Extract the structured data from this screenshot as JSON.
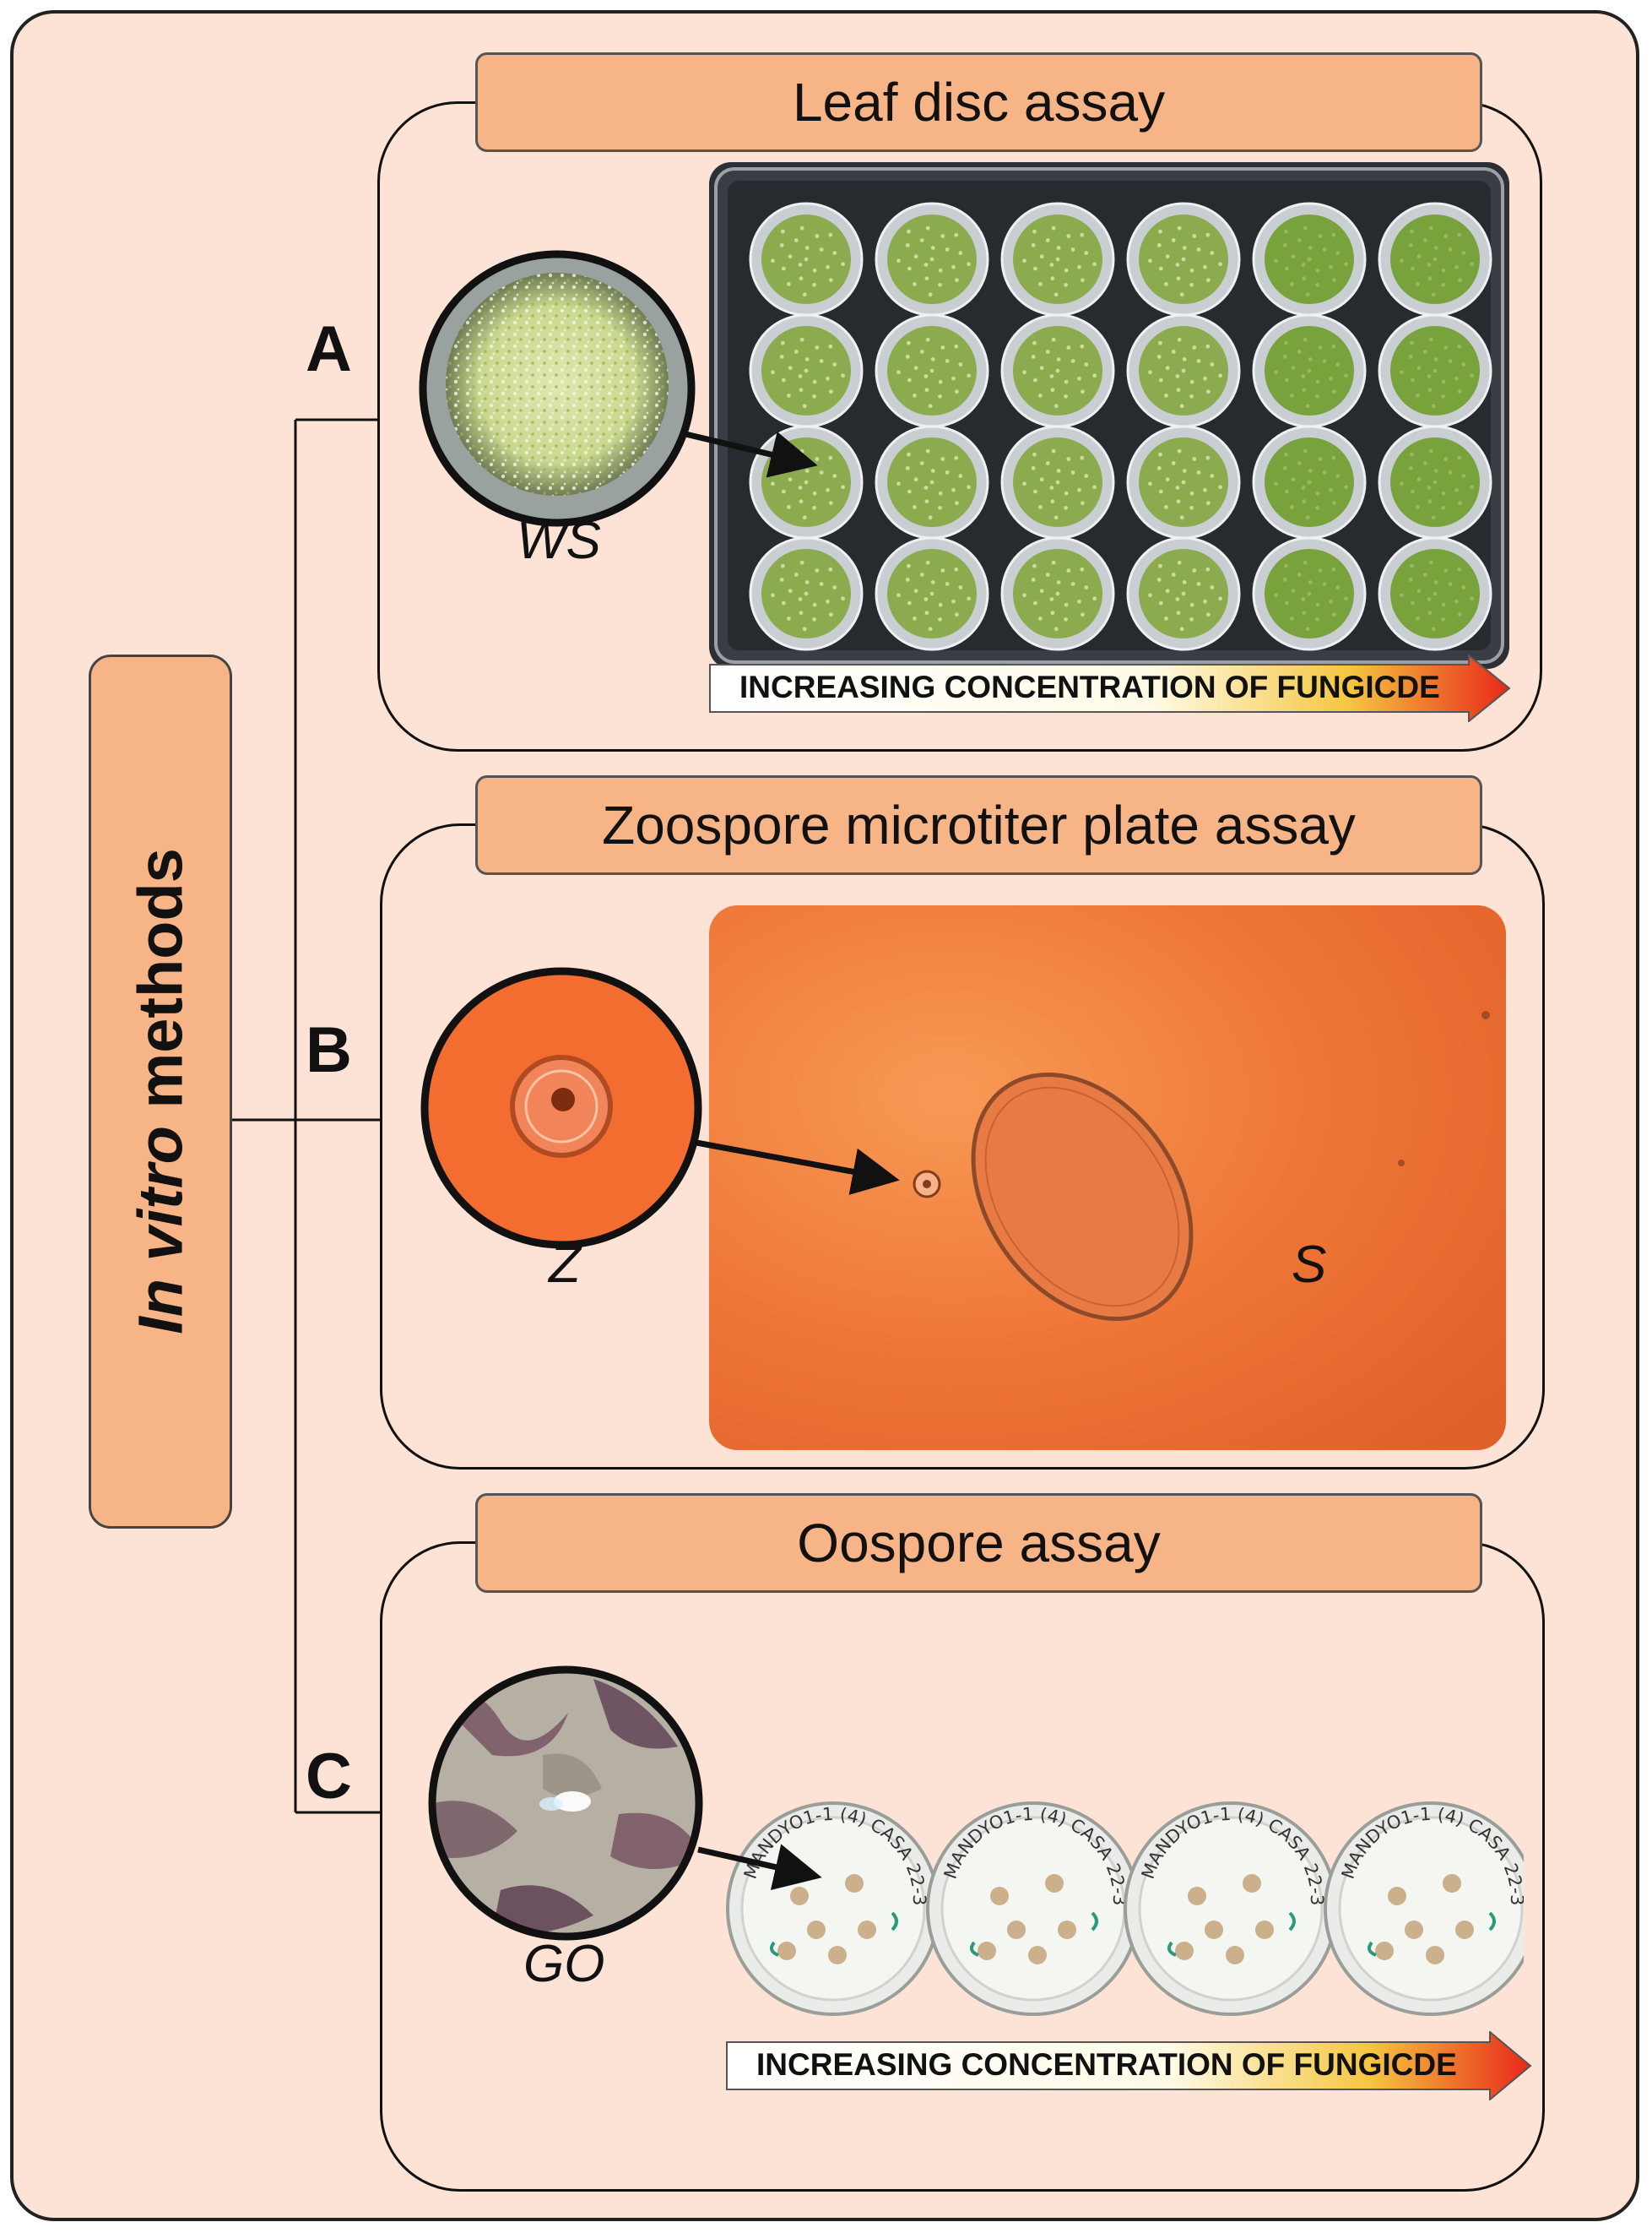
{
  "side_label": {
    "italic": "In vitro",
    "rest": " methods"
  },
  "panels": [
    {
      "letter": "A",
      "title": "Leaf disc assay",
      "caption": "WS",
      "concentration_label": "INCREASING CONCENTRATION OF FUNGICDE"
    },
    {
      "letter": "B",
      "title": "Zoospore microtiter plate assay",
      "caption_left": "Z",
      "caption_right": "S"
    },
    {
      "letter": "C",
      "title": "Oospore assay",
      "caption": "GO",
      "concentration_label": "INCREASING CONCENTRATION OF FUNGICDE",
      "plate_label": "MANDYO1-1 (4) CASA 22-3"
    }
  ],
  "colors": {
    "background": "#fde3d5",
    "title_fill": "#f7b487",
    "leaf_green": "#8cab4f",
    "zoospore_orange": "#f06b2e",
    "arrow_end": "#e8281a"
  }
}
